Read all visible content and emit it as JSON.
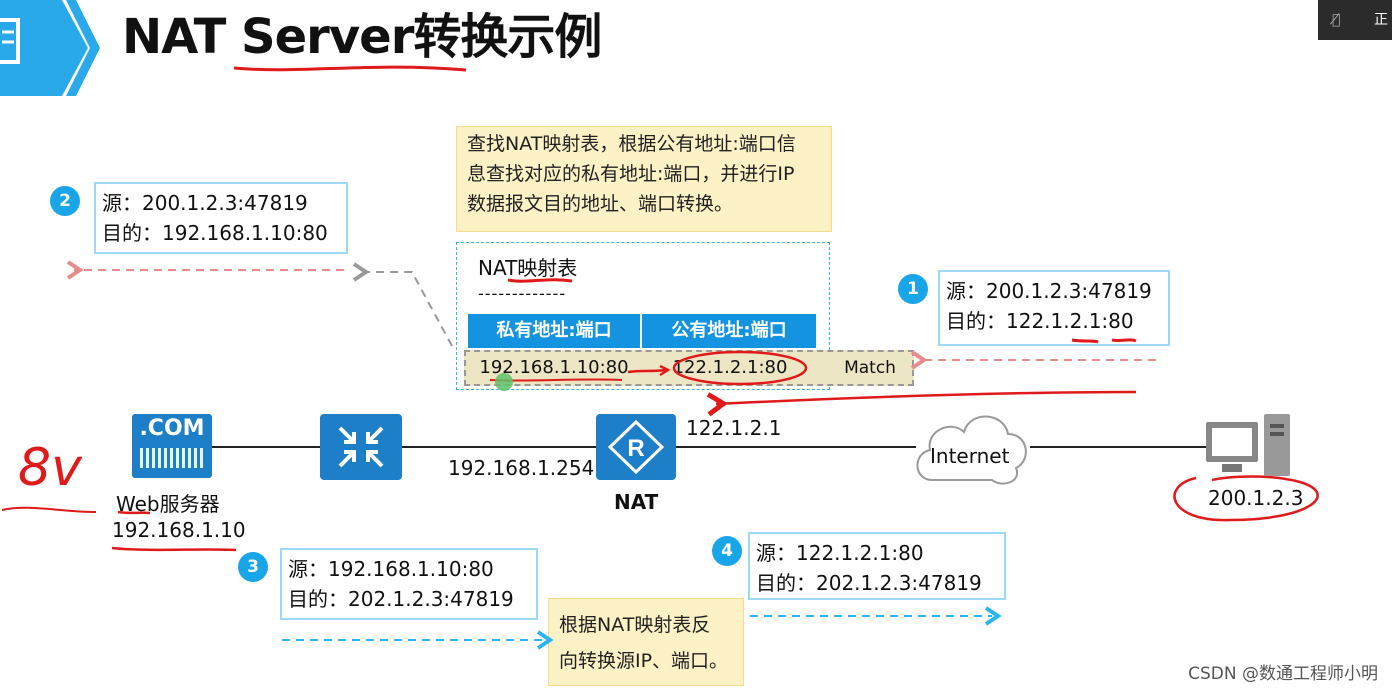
{
  "title": "NAT Server转换示例",
  "meeting_badge": {
    "mic_icon": "muted-microphone-icon",
    "text": "正在"
  },
  "note_top": {
    "line1": "查找NAT映射表，根据公有地址:端口信",
    "line2": "息查找对应的私有地址:端口，并进行IP",
    "line3": "数据报文目的地址、端口转换。"
  },
  "nat_table": {
    "title": "NAT映射表",
    "dashes": "-------------",
    "headers": [
      "私有地址:端口",
      "公有地址:端口"
    ],
    "row": [
      "192.168.1.10:80",
      "122.1.2.1:80"
    ],
    "match": "Match"
  },
  "steps": {
    "s1": {
      "num": "1",
      "src": "源：200.1.2.3:47819",
      "dst": "目的：122.1.2.1:80"
    },
    "s2": {
      "num": "2",
      "src": "源：200.1.2.3:47819",
      "dst": "目的：192.168.1.10:80"
    },
    "s3": {
      "num": "3",
      "src": "源：192.168.1.10:80",
      "dst": "目的：202.1.2.3:47819"
    },
    "s4": {
      "num": "4",
      "src": "源：122.1.2.1:80",
      "dst": "目的：202.1.2.3:47819"
    }
  },
  "note_bottom": {
    "line1": "根据NAT映射表反",
    "line2": "向转换源IP、端口。"
  },
  "devices": {
    "web_label": ".COM",
    "web_name": "Web服务器",
    "web_ip": "192.168.1.10",
    "switch_ip": "192.168.1.254",
    "nat_public_ip": "122.1.2.1",
    "nat_label": "NAT",
    "nat_icon_letter": "R",
    "internet_label": "Internet",
    "pc_ip": "200.1.2.3"
  },
  "handwriting": "8v",
  "footer": "CSDN @数通工程师小明",
  "colors": {
    "accent_blue": "#19a6e8",
    "note_yellow": "#fdf1c6",
    "red_ink": "#e01a1a",
    "pink_arrow": "#e88b8b",
    "cyan_arrow": "#2ab4f0"
  }
}
